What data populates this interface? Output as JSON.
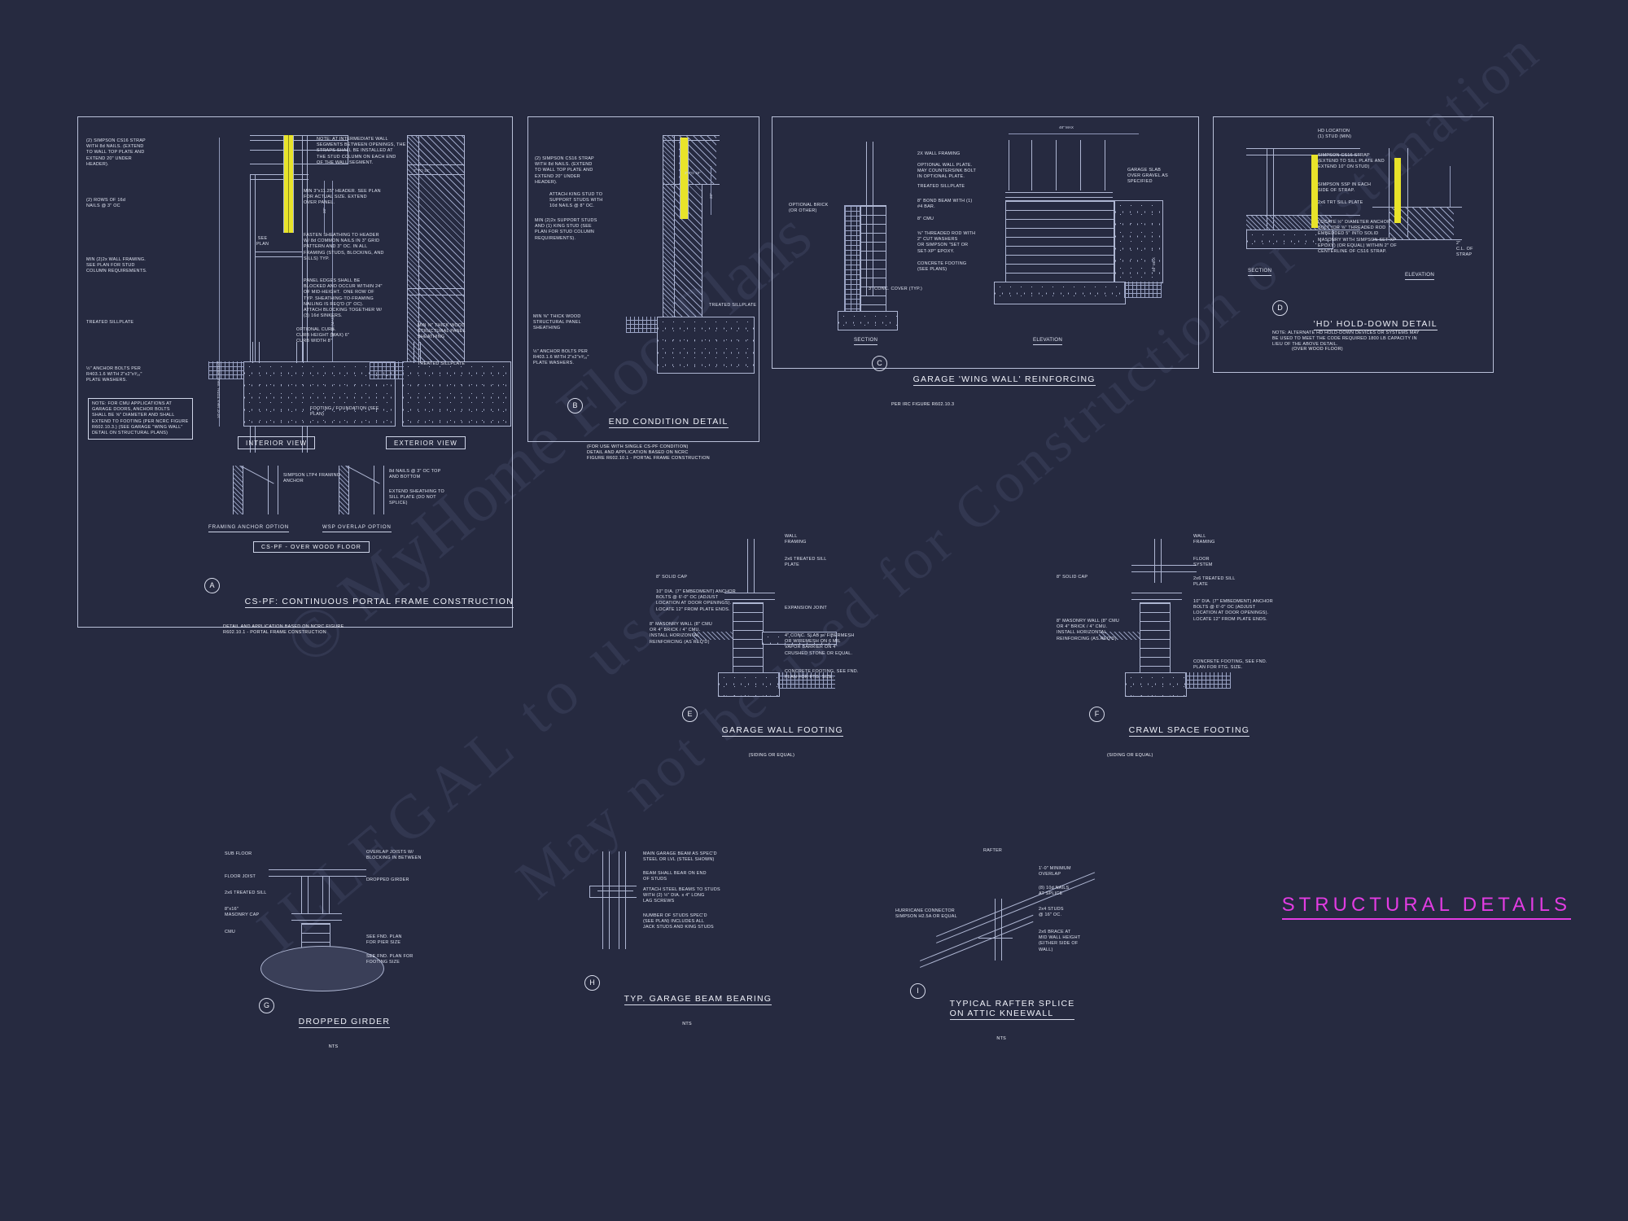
{
  "sheet": {
    "title": "STRUCTURAL DETAILS",
    "title_color": "#e23ce2",
    "background_color": "#262a40",
    "line_color": "#aeb6d2",
    "highlight_color": "#e8e32a"
  },
  "watermark": {
    "line1": "© MyHome FloorPlans",
    "line2": "ILLEGAL to use",
    "line3": "May not be used for Construction or Estimation"
  },
  "details": [
    {
      "id": "A",
      "title": "CS-PF: CONTINUOUS PORTAL FRAME CONSTRUCTION",
      "subtitle": "DETAIL AND APPLICATION BASED ON NCRC FIGURE\nR602.10.1 - PORTAL FRAME CONSTRUCTION",
      "view_labels": [
        "INTERIOR VIEW",
        "EXTERIOR VIEW"
      ],
      "option_labels": [
        "FRAMING ANCHOR OPTION",
        "WSP OVERLAP OPTION"
      ],
      "banner": "CS-PF - OVER WOOD FLOOR",
      "notes_left": [
        "(2) SIMPSON CS16 STRAP\nWITH 8d NAILS. (EXTEND\nTO WALL TOP PLATE AND\nEXTEND 20\" UNDER\nHEADER).",
        "(2) ROWS OF 16d\nNAILS @ 3\" OC",
        "MIN (2)2x WALL FRAMING.\nSEE PLAN FOR STUD\nCOLUMN REQUIREMENTS.",
        "TREATED SILLPLATE",
        "½\" ANCHOR BOLTS PER\nR403.1.6 WITH 2\"x2\"x³⁄₁₆\"\nPLATE WASHERS."
      ],
      "note_box": "NOTE: FOR CMU APPLICATIONS AT\nGARAGE DOORS, ANCHOR BOLTS\nSHALL BE ⅝\" DIAMETER AND SHALL\nEXTEND TO FOOTING (PER NCRC FIGURE\nR602.10.3.) (SEE GARAGE \"WING WALL\"\nDETAIL ON STRUCTURAL PLANS)",
      "notes_right": [
        "NOTE: AT INTERMEDIATE WALL\nSEGMENTS BETWEEN OPENINGS, THE\nSTRAPS SHALL BE INSTALLED AT\nTHE STUD COLUMN ON EACH END\nOF THE WALL SEGMENT.",
        "MIN 3\"x11.25\" HEADER. SEE PLAN\nFOR ACTUAL SIZE. EXTEND\nOVER PANEL.",
        "FASTEN SHEATHING TO HEADER\nW/ 8d COMMON NAILS IN 3\" GRID\nPATTERN AND 3\" OC. IN ALL\nFRAMING (STUDS, BLOCKING, AND\nSILLS) TYP.",
        "PANEL EDGES SHALL BE\nBLOCKED AND OCCUR WITHIN 24\"\nOF MID-HEIGHT.  ONE ROW OF\nTYP. SHEATHING-TO-FRAMING\nNAILING IS REQ'D (3\" OC).\nATTACH BLOCKING TOGETHER W/\n(3) 16d SINKERS.",
        "MIN ⅜\" THICK WOOD\nSTRUCTURAL PANEL\nSHEATHING",
        "TREATED SILLPLATE"
      ],
      "notes_mid": [
        "OPTIONAL CURB.\nCURB HEIGHT (MAX) 6\"\nCURB WIDTH 8\"",
        "FOOTING / FOUNDATION (SEE\nPLAN)",
        "SEE\nPLAN"
      ],
      "notes_options": [
        "SIMPSON LTP4 FRAMING\nANCHOR",
        "8d NAILS @ 3\" OC TOP\nAND BOTTOM",
        "EXTEND SHEATHING TO\nSILL PLATE (DO NOT\nSPLICE)"
      ],
      "dims": [
        "10'-0\" MAX TOTAL WALL HEIGHT",
        "10'-0\" (MAX)",
        "20\"",
        "2\" TO 18\""
      ]
    },
    {
      "id": "B",
      "title": "END CONDITION DETAIL",
      "subtitle": "(FOR USE WITH SINGLE CS-PF CONDITION)\nDETAIL AND APPLICATION BASED ON NCRC\nFIGURE R602.10.1 - PORTAL FRAME CONSTRUCTION",
      "notes": [
        "(2) SIMPSON CS16 STRAP\nWITH 8d NAILS. (EXTEND\nTO WALL TOP PLATE AND\nEXTEND 20\" UNDER\nHEADER).",
        "ATTACH KING STUD TO\nSUPPORT STUDS WITH\n10d NAILS @ 8\" OC.",
        "MIN (2)2x SUPPORT STUDS\nAND (1) KING STUD (SEE\nPLAN FOR STUD COLUMN\nREQUIREMENTS).",
        "MIN ⅜\" THICK WOOD\nSTRUCTURAL PANEL\nSHEATHING",
        "TREATED SILLPLATE",
        "½\" ANCHOR BOLTS PER\nR403.1.6 WITH 2\"x2\"x³⁄₁₆\"\nPLATE WASHERS."
      ],
      "dims": [
        "20\"",
        "2\" TO 18\""
      ]
    },
    {
      "id": "C",
      "title": "GARAGE 'WING WALL' REINFORCING",
      "subtitle": "PER IRC FIGURE R602.10.3",
      "view_labels": [
        "SECTION",
        "ELEVATION"
      ],
      "notes": [
        "2X WALL FRAMING",
        "OPTIONAL WALL PLATE.\nMAY COUNTERSINK BOLT\nIN OPTIONAL PLATE.",
        "TREATED SILLPLATE",
        "8\" BOND BEAM WITH (1)\n#4 BAR.",
        "8\" CMU",
        "⅝\" THREADED ROD WITH\n2\" CUT WASHERS\nOR SIMPSON \"SET OR\nSET-XP\" EPOXY.",
        "CONCRETE FOOTING\n(SEE PLANS)",
        "3\" CONC. COVER (TYP.)",
        "OPTIONAL BRICK\n(OR OTHER)",
        "GARAGE SLAB\nOVER GRAVEL AS\nSPECIFIED"
      ],
      "dims": [
        "48\" MAX",
        "48\" MAX"
      ]
    },
    {
      "id": "D",
      "title": "'HD' HOLD-DOWN DETAIL",
      "subtitle": "(OVER WOOD FLOOR)",
      "note_box": "NOTE: ALTERNATE HD HOLD-DOWN DEVICES OR SYSTEMS MAY\nBE USED TO MEET THE CODE REQUIRED 1800 LB CAPACITY IN\nLIEU OF THE ABOVE DETAIL.",
      "view_labels": [
        "SECTION",
        "ELEVATION"
      ],
      "notes": [
        "HD LOCATION\n(1) STUD (MIN)",
        "SIMPSON CS16 STRAP\n(EXTEND TO SILL PLATE AND\nEXTEND 10\" ON STUD)",
        "SIMPSON SSP IN EACH\nSIDE OF STRAP.",
        "2x6 TRT SILL PLATE",
        "LOCATE ½\" DIAMETER ANCHOR\nBOLT (OR ⅝\" THREADED ROD\nEMBEDDED 5\" INTO SOLID\nMASONRY WITH SIMPSON SET-XP\nEPOXY) (OR EQUAL) WITHIN 2\" OF\nCENTERLINE OF CS16 STRAP.",
        "2\"\nC.L. OF\nSTRAP"
      ]
    },
    {
      "id": "E",
      "title": "GARAGE WALL FOOTING",
      "subtitle": "(SIDING OR EQUAL)",
      "notes": [
        "WALL\nFRAMING",
        "2x6 TREATED SILL\nPLATE",
        "8\" SOLID CAP",
        "10\" DIA. (7\" EMBEDMENT) ANCHOR\nBOLTS @ 6'-0\" OC (ADJUST\nLOCATION AT DOOR OPENINGS).\nLOCATE 12\" FROM PLATE ENDS.",
        "8\" MASONRY WALL (8\" CMU\nOR 4\" BRICK / 4\" CMU.\nINSTALL HORIZONTAL\nREINFORCING (AS REQ'D)",
        "EXPANSION JOINT",
        "4\" CONC. SLAB w/ FIBERMESH\nOR WIREMESH ON 6 MIL\nVAPOR BARRIER ON 4\"\nCRUSHED STONE OR EQUAL.",
        "CONCRETE FOOTING, SEE FND.\nPLAN FOR FTG. SIZE."
      ]
    },
    {
      "id": "F",
      "title": "CRAWL SPACE FOOTING",
      "subtitle": "(SIDING OR EQUAL)",
      "notes": [
        "WALL\nFRAMING",
        "FLOOR\nSYSTEM",
        "2x6 TREATED SILL\nPLATE",
        "8\" SOLID CAP",
        "10\" DIA. (7\" EMBEDMENT) ANCHOR\nBOLTS @ 6'-0\" OC (ADJUST\nLOCATION AT DOOR OPENINGS).\nLOCATE 12\" FROM PLATE ENDS.",
        "8\" MASONRY WALL (8\" CMU\nOR 4\" BRICK / 4\" CMU.\nINSTALL HORIZONTAL\nREINFORCING (AS REQ'D)",
        "CONCRETE FOOTING, SEE FND.\nPLAN FOR FTG. SIZE."
      ]
    },
    {
      "id": "G",
      "title": "DROPPED GIRDER",
      "subtitle": "NTS",
      "notes": [
        "SUB FLOOR",
        "OVERLAP JOISTS W/\nBLOCKING IN BETWEEN",
        "FLOOR JOIST",
        "DROPPED GIRDER",
        "2x6 TREATED SILL",
        "8\"x16\"\nMASONRY CAP",
        "CMU",
        "SEE FND. PLAN\nFOR PIER SIZE",
        "SEE FND. PLAN FOR\nFOOTING SIZE"
      ]
    },
    {
      "id": "H",
      "title": "TYP. GARAGE BEAM BEARING",
      "subtitle": "NTS",
      "notes": [
        "MAIN GARAGE BEAM AS SPEC'D\nSTEEL OR LVL (STEEL SHOWN)",
        "BEAM SHALL BEAR ON END\nOF STUDS",
        "ATTACH STEEL BEAMS TO STUDS\nWITH (2) ½\" DIA. x 4\" LONG\nLAG SCREWS",
        "NUMBER OF STUDS SPEC'D\n(SEE PLAN) INCLUDES ALL\nJACK STUDS AND KING STUDS"
      ]
    },
    {
      "id": "I",
      "title": "TYPICAL RAFTER SPLICE\nON ATTIC KNEEWALL",
      "subtitle": "NTS",
      "notes": [
        "RAFTER",
        "1'-0\" MINIMUM\nOVERLAP",
        "(8) 10d NAILS\nAT SPLICE",
        "HURRICANE CONNECTOR\nSIMPSON H2.5A OR EQUAL",
        "2x4 STUDS\n@ 16\" OC.",
        "2x6 BRACE AT\nMID WALL HEIGHT\n(EITHER SIDE OF\nWALL)"
      ]
    }
  ]
}
